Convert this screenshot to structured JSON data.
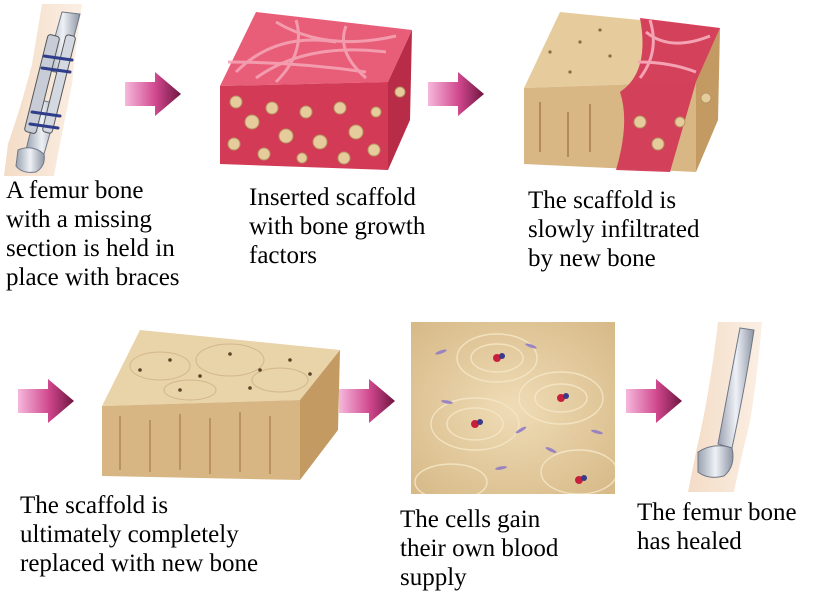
{
  "steps": [
    {
      "caption": "A femur bone\nwith a missing\nsection is held in\nplace with braces",
      "icon": "femur-with-braces"
    },
    {
      "caption": "Inserted scaffold\nwith bone growth\nfactors",
      "icon": "scaffold-with-growth-factors"
    },
    {
      "caption": "The scaffold is\nslowly infiltrated\nby new bone",
      "icon": "scaffold-infiltrated"
    },
    {
      "caption": "The scaffold is\nultimately completely\nreplaced with new bone",
      "icon": "bone-block"
    },
    {
      "caption": "The cells gain\ntheir own blood\nsupply",
      "icon": "bone-cells-microscopy"
    },
    {
      "caption": "The femur bone\nhas healed",
      "icon": "healed-femur"
    }
  ],
  "arrow_icon": "right-arrow",
  "colors": {
    "arrow_light": "#f2a6d0",
    "arrow_dark": "#7a1846",
    "tissue_red": "#d23a56",
    "tissue_pink": "#f08aa0",
    "bone_tan": "#e6cc9c",
    "bone_side": "#c9a56e",
    "bone_gray": "#b9c0cc"
  }
}
